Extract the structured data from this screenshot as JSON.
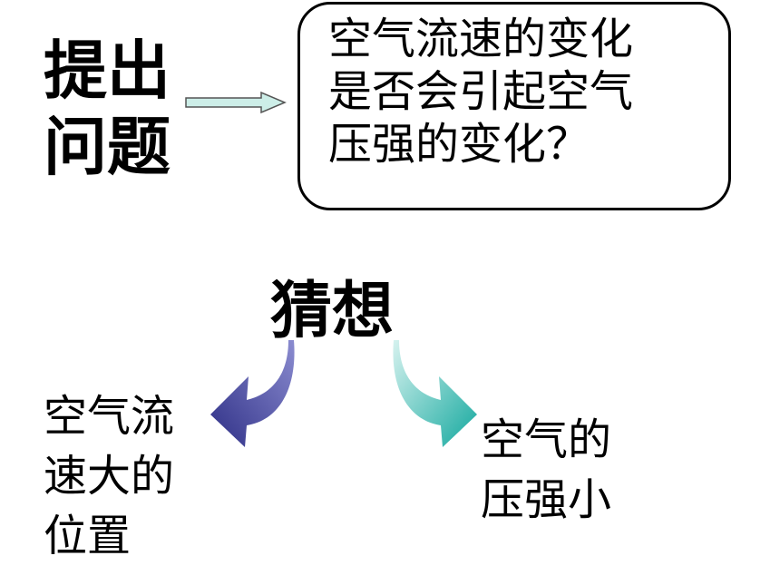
{
  "heading": {
    "lines": [
      "提出",
      "问题"
    ]
  },
  "question": {
    "lines": [
      "空气流速的变化",
      "是否会引起空气",
      "压强的变化？"
    ]
  },
  "guess": {
    "label": "猜想"
  },
  "branches": {
    "left": {
      "lines": [
        "空气流",
        "速大的",
        "位置"
      ]
    },
    "right": {
      "lines": [
        "空气的",
        "压强小"
      ]
    }
  },
  "colors": {
    "arrow_connector_fill": "#cdeee8",
    "left_arrow_dark": "#2e2f86",
    "left_arrow_light": "#8b8cd0",
    "right_arrow_dark": "#13a89e",
    "right_arrow_light": "#d6f2ef"
  }
}
